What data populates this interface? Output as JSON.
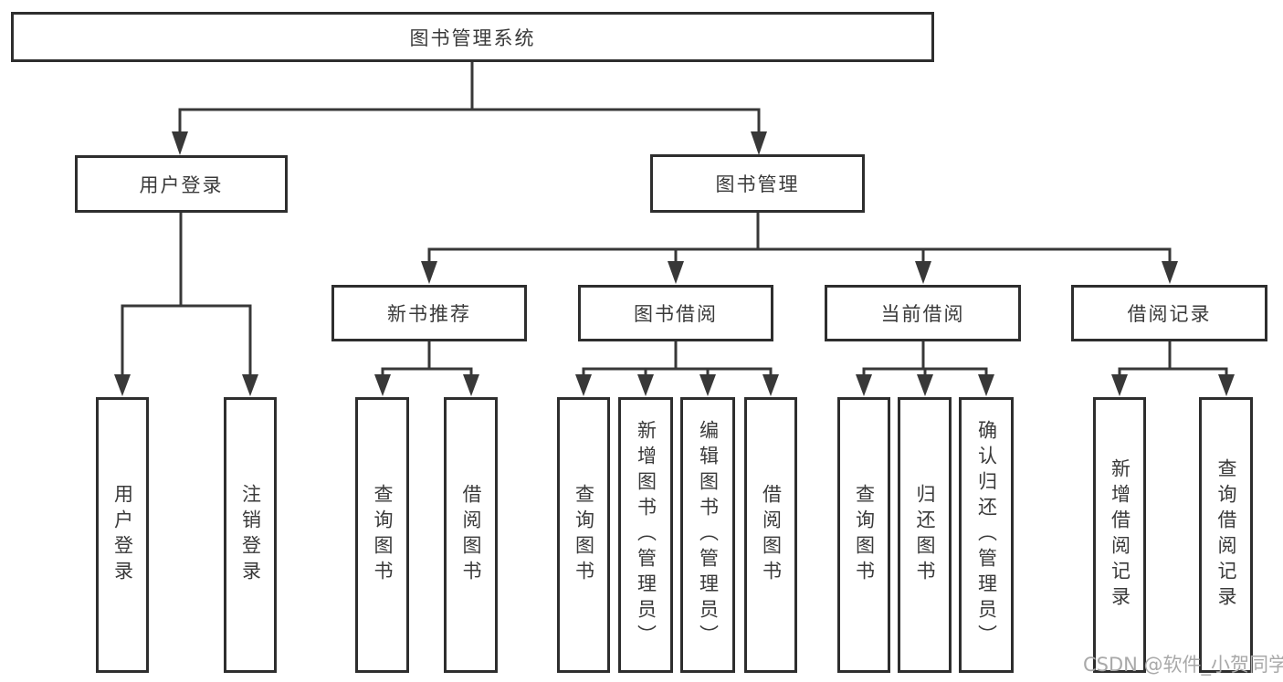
{
  "diagram_type": "hierarchy-tree",
  "colors": {
    "background": "#ffffff",
    "box_border": "#2e2e2e",
    "connector_line": "#383838",
    "text": "#3a3a3a",
    "watermark": "#a9a9a9"
  },
  "nodes": {
    "root": {
      "label": "图书管理系统"
    },
    "user_login": {
      "label": "用户登录",
      "children": {
        "login": "用户登录",
        "logout": "注销登录"
      }
    },
    "book_mgmt": {
      "label": "图书管理",
      "children": {
        "new_book_rec": {
          "label": "新书推荐",
          "children": {
            "query_book": "查询图书",
            "borrow_book": "借阅图书"
          }
        },
        "book_borrow": {
          "label": "图书借阅",
          "children": {
            "query_book": "查询图书",
            "add_book": "新增图书（管理员）",
            "edit_book": "编辑图书（管理员）",
            "borrow_book": "借阅图书"
          }
        },
        "current_borrow": {
          "label": "当前借阅",
          "children": {
            "query_book": "查询图书",
            "return_book": "归还图书",
            "confirm_return": "确认归还（管理员）"
          }
        },
        "borrow_record": {
          "label": "借阅记录",
          "children": {
            "add_record": "新增借阅记录",
            "query_record": "查询借阅记录"
          }
        }
      }
    }
  },
  "watermark": "CSDN @软件_小贺同学"
}
